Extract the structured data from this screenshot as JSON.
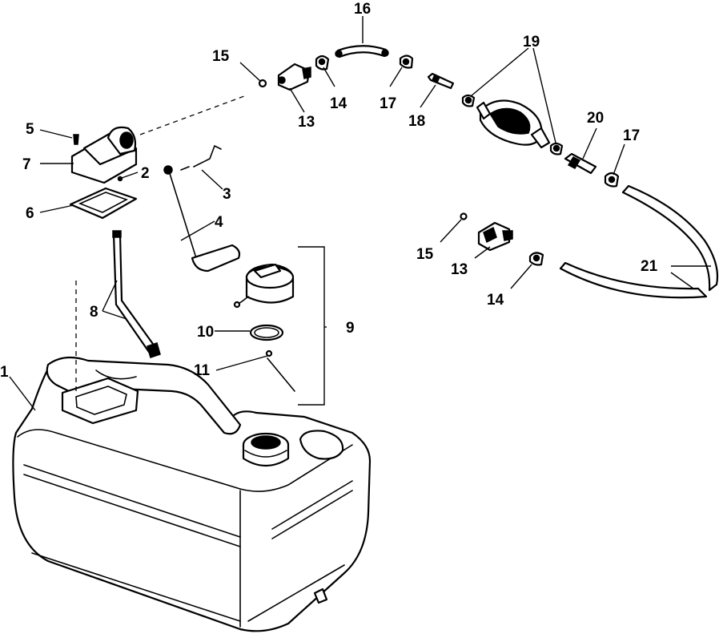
{
  "callouts": [
    {
      "id": "c1",
      "label": "1"
    },
    {
      "id": "c2",
      "label": "2"
    },
    {
      "id": "c3",
      "label": "3"
    },
    {
      "id": "c4",
      "label": "4"
    },
    {
      "id": "c5",
      "label": "5"
    },
    {
      "id": "c6",
      "label": "6"
    },
    {
      "id": "c7",
      "label": "7"
    },
    {
      "id": "c8",
      "label": "8"
    },
    {
      "id": "c9",
      "label": "9"
    },
    {
      "id": "c10",
      "label": "10"
    },
    {
      "id": "c11",
      "label": "11"
    },
    {
      "id": "c13a",
      "label": "13"
    },
    {
      "id": "c13b",
      "label": "13"
    },
    {
      "id": "c14a",
      "label": "14"
    },
    {
      "id": "c14b",
      "label": "14"
    },
    {
      "id": "c15a",
      "label": "15"
    },
    {
      "id": "c15b",
      "label": "15"
    },
    {
      "id": "c16",
      "label": "16"
    },
    {
      "id": "c17a",
      "label": "17"
    },
    {
      "id": "c17b",
      "label": "17"
    },
    {
      "id": "c18",
      "label": "18"
    },
    {
      "id": "c19",
      "label": "19"
    },
    {
      "id": "c20",
      "label": "20"
    },
    {
      "id": "c21",
      "label": "21"
    }
  ]
}
